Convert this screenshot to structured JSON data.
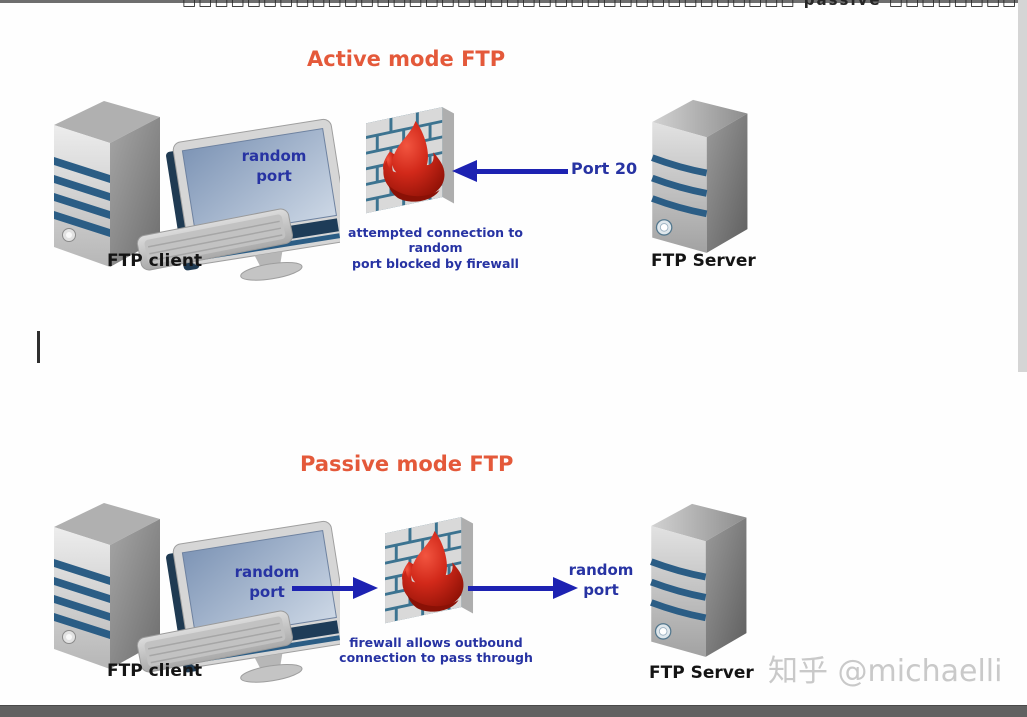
{
  "colors": {
    "title_color": "#e4593a",
    "label_blue": "#2733a3",
    "arrow_blue": "#1d22b2",
    "label_dark": "#141414",
    "watermark_gray": "#c9c9c9",
    "footer_gray": "#616161",
    "topbar_gray": "#6e6e6e",
    "cursor_dark": "#2f2f2f"
  },
  "top_strip": {
    "clipped_text": "□□□□□□□□□□□□□□□□□□□□□□□□□□□□□□□□□□□□□□ passive □□□□□□□□□□"
  },
  "active": {
    "title": "Active mode FTP",
    "client_label": "FTP client",
    "client_port": "random\nport",
    "arrow_label": "Port 20",
    "firewall_caption": "attempted connection to random\nport blocked by firewall",
    "server_label": "FTP Server"
  },
  "passive": {
    "title": "Passive mode FTP",
    "client_label": "FTP client",
    "client_port": "random\nport",
    "server_port": "random\nport",
    "firewall_caption": "firewall allows outbound\nconnection to pass through",
    "server_label": "FTP Server"
  },
  "watermark": "知乎 @michaelli",
  "icons": {
    "client": "desktop-computer-icon",
    "server": "server-tower-icon",
    "firewall": "firewall-brick-flame-icon",
    "arrow_left": "arrow-left-icon",
    "arrow_right": "arrow-right-icon",
    "cursor": "text-cursor"
  }
}
